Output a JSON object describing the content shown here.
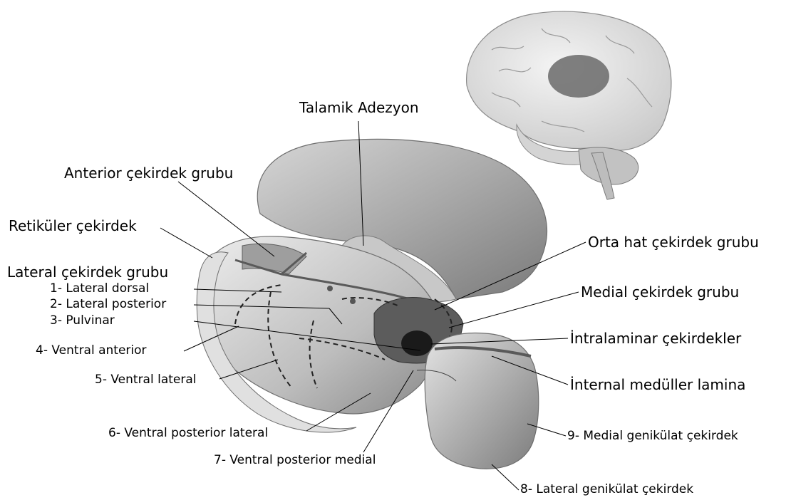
{
  "labels": {
    "talamik_adezyon": "Talamik Adezyon",
    "anterior_grubu": "Anterior çekirdek grubu",
    "retikuler": "Retiküler çekirdek",
    "lateral_grubu": "Lateral çekirdek grubu",
    "lateral_dorsal": "1- Lateral dorsal",
    "lateral_posterior": "2- Lateral posterior",
    "pulvinar": "3- Pulvinar",
    "ventral_anterior": "4- Ventral anterior",
    "ventral_lateral": "5- Ventral lateral",
    "ventral_posterior_lateral": "6- Ventral posterior lateral",
    "ventral_posterior_medial": "7- Ventral posterior medial",
    "orta_hat": "Orta hat çekirdek grubu",
    "medial_grubu": "Medial çekirdek grubu",
    "intralaminar": "İntralaminar çekirdekler",
    "internal_meduller": "İnternal medüller lamina",
    "medial_genikulat": "9- Medial genikülat çekirdek",
    "lateral_genikulat": "8- Lateral genikülat çekirdek"
  },
  "colors": {
    "background": "#ffffff",
    "structure_light": "#e8e8e8",
    "structure_mid": "#b4b4b4",
    "structure_dark": "#6e6e6e",
    "nucleus_dark": "#1a1a1a",
    "brain_outline": "#8a8a8a",
    "highlight": "#5a5a5a"
  }
}
